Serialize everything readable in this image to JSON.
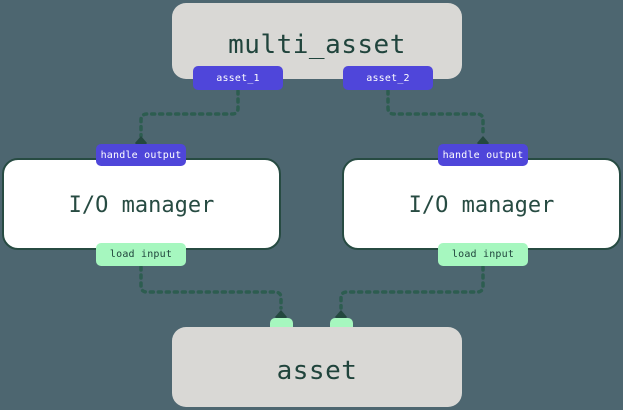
{
  "diagram": {
    "type": "dagster-asset-io-graph",
    "background_color": "#4d6670",
    "nodes": [
      {
        "id": "multi-asset",
        "kind": "group",
        "title": "multi_asset",
        "color": "#d9d8d5",
        "text_color": "#20443c"
      },
      {
        "id": "io-manager-left",
        "kind": "operation",
        "title": "I/O manager",
        "color": "#ffffff",
        "border_color": "#274b42"
      },
      {
        "id": "io-manager-right",
        "kind": "operation",
        "title": "I/O manager",
        "color": "#ffffff",
        "border_color": "#274b42"
      },
      {
        "id": "asset",
        "kind": "group",
        "title": "asset",
        "color": "#d9d8d5",
        "text_color": "#20443c"
      }
    ],
    "badges": [
      {
        "id": "asset-1",
        "label": "asset_1",
        "style": "purple",
        "color": "#4f46da"
      },
      {
        "id": "asset-2",
        "label": "asset_2",
        "style": "purple",
        "color": "#4f46da"
      },
      {
        "id": "handle-output-left",
        "label": "handle output",
        "style": "purple",
        "color": "#4f46da"
      },
      {
        "id": "handle-output-right",
        "label": "handle output",
        "style": "purple",
        "color": "#4f46da"
      },
      {
        "id": "load-input-left",
        "label": "load input",
        "style": "green",
        "color": "#a6f7bf"
      },
      {
        "id": "load-input-right",
        "label": "load input",
        "style": "green",
        "color": "#a6f7bf"
      },
      {
        "id": "asset-port-left",
        "label": "",
        "style": "green",
        "color": "#a6f7bf"
      },
      {
        "id": "asset-port-right",
        "label": "",
        "style": "green",
        "color": "#a6f7bf"
      }
    ],
    "edges": [
      {
        "from": "asset-1",
        "to": "handle-output-left",
        "style": "dotted",
        "color": "#2d5d50"
      },
      {
        "from": "asset-2",
        "to": "handle-output-right",
        "style": "dotted",
        "color": "#2d5d50"
      },
      {
        "from": "load-input-left",
        "to": "asset-port-left",
        "style": "dotted",
        "color": "#2d5d50"
      },
      {
        "from": "load-input-right",
        "to": "asset-port-right",
        "style": "dotted",
        "color": "#2d5d50"
      }
    ]
  }
}
